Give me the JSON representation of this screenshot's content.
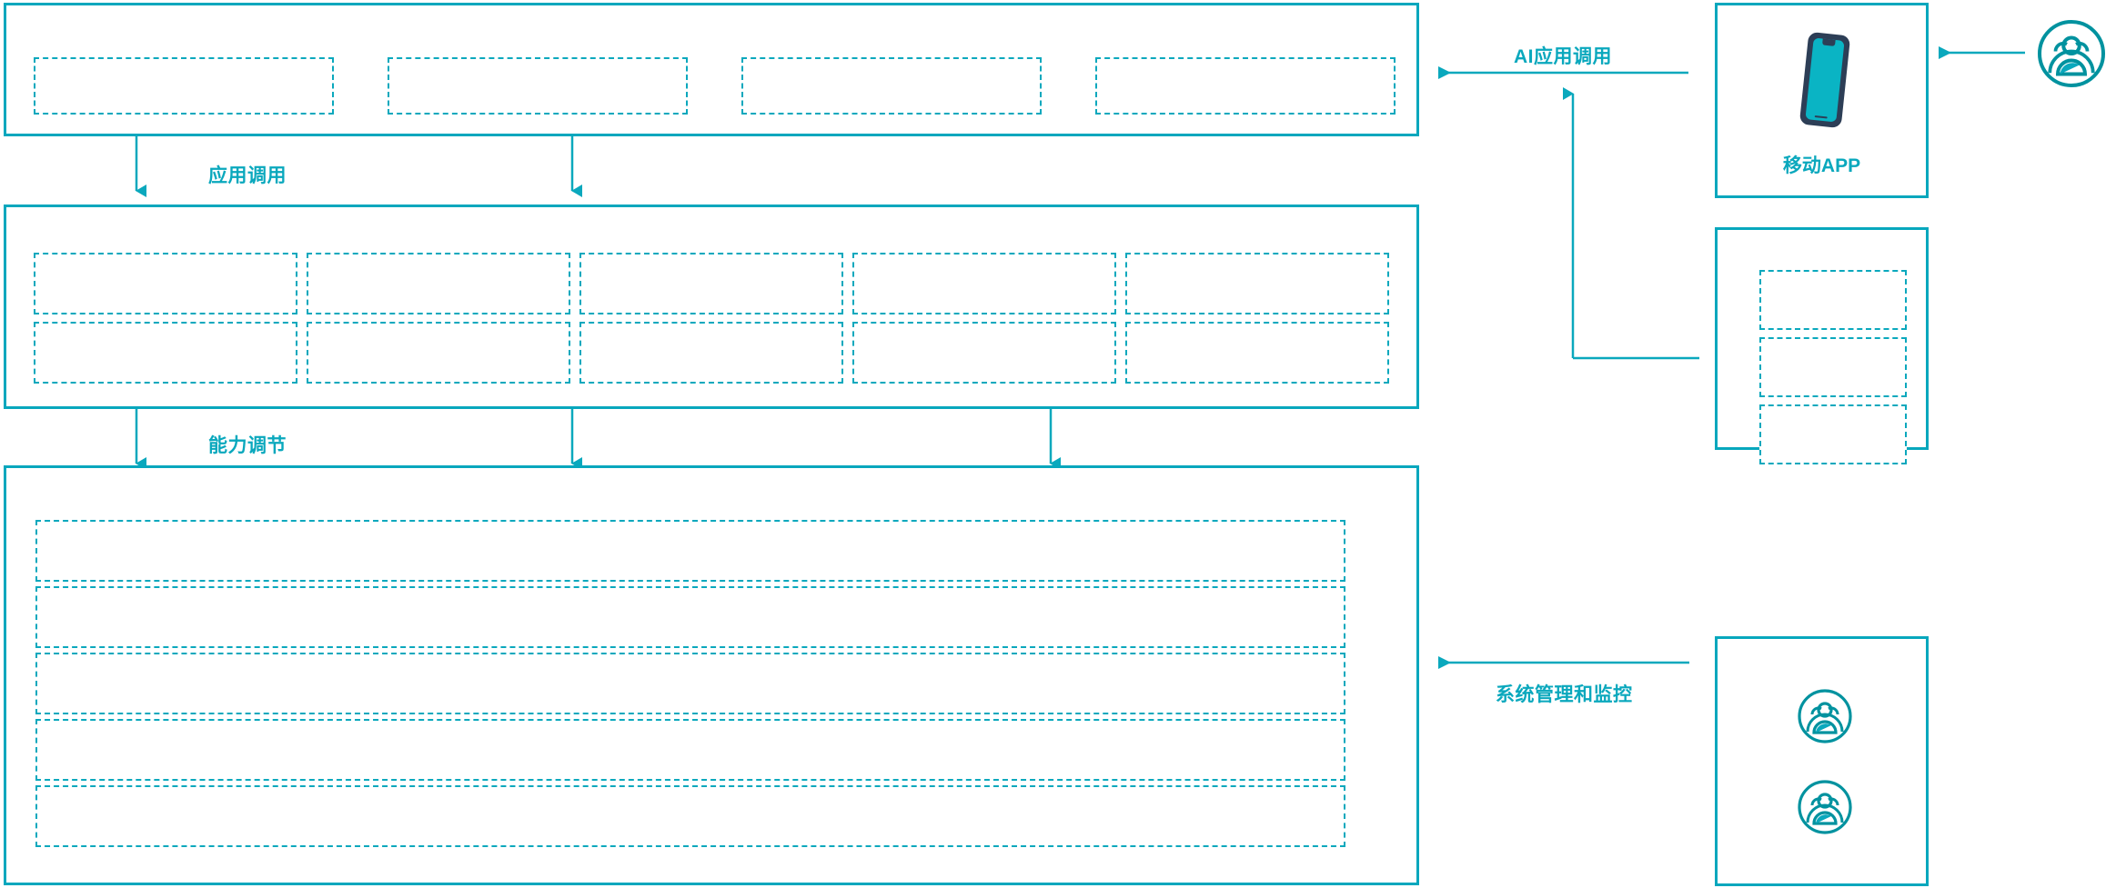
{
  "theme": {
    "accent": "#0aa8bd",
    "panel_border": "#07a7bd",
    "phone_frame": "#2d3e56",
    "phone_screen": "#0ab4c4",
    "background": "#ffffff"
  },
  "flow_labels": {
    "app_invoke": "应用调用",
    "capability_adjust": "能力调节",
    "ai_app_invoke": "AI应用调用",
    "system_mgmt_monitor": "系统管理和监控"
  },
  "layers": {
    "application_layer": {
      "name": "application-layer-panel",
      "boxes": [
        {
          "id": "app-box-1",
          "label": ""
        },
        {
          "id": "app-box-2",
          "label": ""
        },
        {
          "id": "app-box-3",
          "label": ""
        },
        {
          "id": "app-box-4",
          "label": ""
        }
      ]
    },
    "capability_layer": {
      "name": "capability-layer-panel",
      "columns": 5,
      "rows": 2,
      "boxes": [
        {
          "id": "cap-box-r1c1",
          "label": ""
        },
        {
          "id": "cap-box-r1c2",
          "label": ""
        },
        {
          "id": "cap-box-r1c3",
          "label": ""
        },
        {
          "id": "cap-box-r1c4",
          "label": ""
        },
        {
          "id": "cap-box-r1c5",
          "label": ""
        },
        {
          "id": "cap-box-r2c1",
          "label": ""
        },
        {
          "id": "cap-box-r2c2",
          "label": ""
        },
        {
          "id": "cap-box-r2c3",
          "label": ""
        },
        {
          "id": "cap-box-r2c4",
          "label": ""
        },
        {
          "id": "cap-box-r2c5",
          "label": ""
        }
      ]
    },
    "infrastructure_layer": {
      "name": "infrastructure-layer-panel",
      "rows": [
        {
          "id": "infra-row-1",
          "label": ""
        },
        {
          "id": "infra-row-2",
          "label": ""
        },
        {
          "id": "infra-row-3",
          "label": ""
        },
        {
          "id": "infra-row-4",
          "label": ""
        },
        {
          "id": "infra-row-5",
          "label": ""
        }
      ]
    }
  },
  "side_panels": {
    "mobile_app": {
      "name": "mobile-app-panel",
      "caption": "移动APP",
      "icon": "smartphone-icon"
    },
    "channel_panel": {
      "name": "channel-panel",
      "rows": [
        {
          "id": "channel-row-1",
          "label": ""
        },
        {
          "id": "channel-row-2",
          "label": ""
        },
        {
          "id": "channel-row-3",
          "label": ""
        }
      ]
    },
    "operators_panel": {
      "name": "operators-panel",
      "icons": [
        {
          "id": "user-group-icon-1",
          "icon": "user-group-icon"
        },
        {
          "id": "user-group-icon-2",
          "icon": "user-group-icon"
        }
      ]
    },
    "end_user": {
      "name": "end-user-actor",
      "icon": "user-group-icon"
    }
  }
}
